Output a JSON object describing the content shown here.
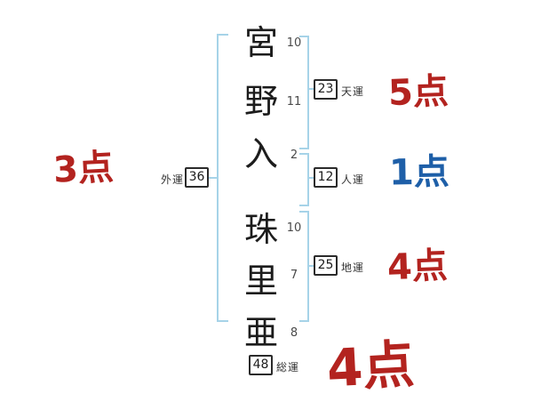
{
  "name_chars": [
    {
      "char": "宮",
      "strokes": "10"
    },
    {
      "char": "野",
      "strokes": "11"
    },
    {
      "char": "入",
      "strokes": "2"
    },
    {
      "char": "珠",
      "strokes": "10"
    },
    {
      "char": "里",
      "strokes": "7"
    },
    {
      "char": "亜",
      "strokes": "8"
    }
  ],
  "fortunes": {
    "ten": {
      "label": "天運",
      "value": "23",
      "score": "5点"
    },
    "jin": {
      "label": "人運",
      "value": "12",
      "score": "1点"
    },
    "chi": {
      "label": "地運",
      "value": "25",
      "score": "4点"
    },
    "gai": {
      "label": "外運",
      "value": "36",
      "score": "3点"
    },
    "sou": {
      "label": "総運",
      "value": "48",
      "score": "4点"
    }
  },
  "colors": {
    "score_red": "#b3231f",
    "score_blue": "#1e5fa8",
    "bracket_blue": "#a6d3e8"
  }
}
